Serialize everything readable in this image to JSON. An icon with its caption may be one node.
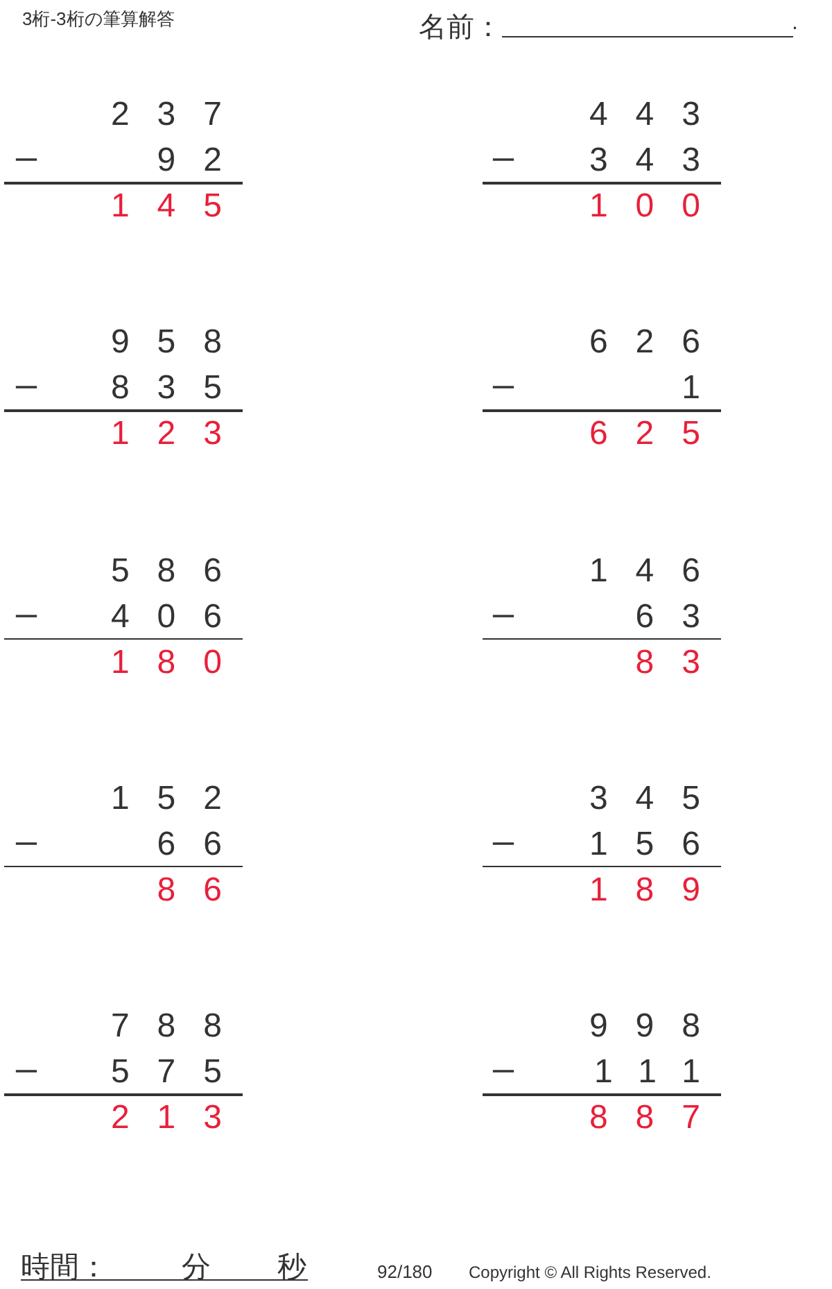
{
  "diagram": {
    "title": "3桁-3桁の筆算解答",
    "labels": [
      "名前：",
      ".",
      "237",
      "−",
      "92",
      "145",
      "443",
      "−",
      "343",
      "100",
      "958",
      "−",
      "835",
      "123",
      "626",
      "−",
      "1",
      "625",
      "586",
      "−",
      "406",
      "180",
      "146",
      "−",
      "63",
      "83",
      "152",
      "−",
      "66",
      "86",
      "345",
      "−",
      "156",
      "189",
      "788",
      "−",
      "575",
      "213",
      "998",
      "−",
      "111",
      "887",
      "時間：",
      "分",
      "秒",
      "92/180",
      "Copyright © All Rights Reserved."
    ]
  }
}
